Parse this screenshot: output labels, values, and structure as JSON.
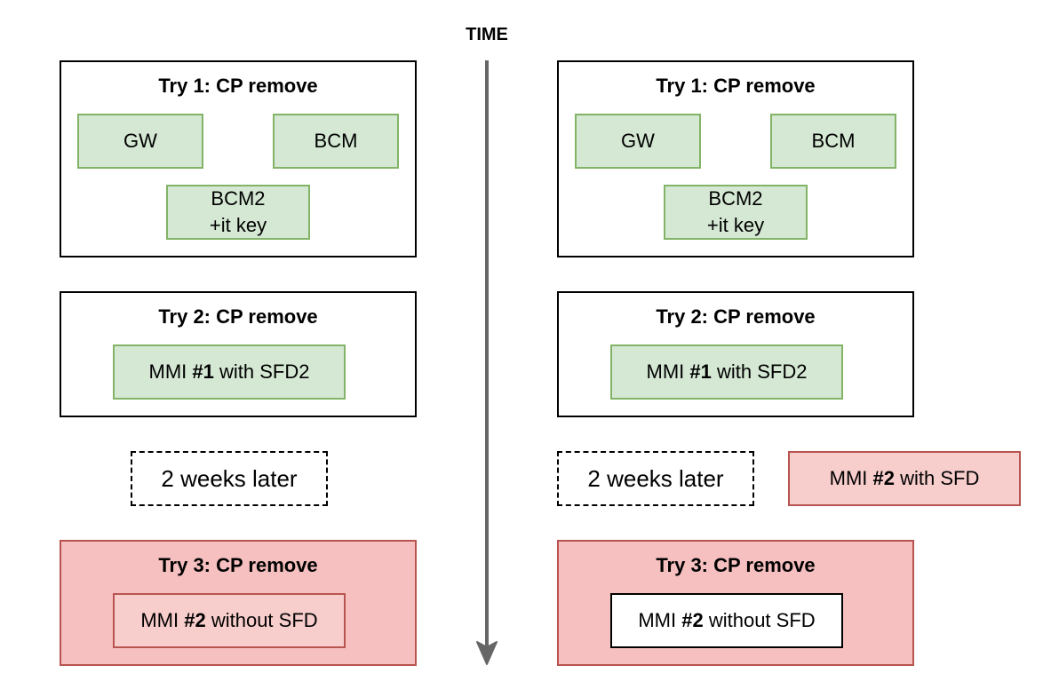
{
  "time_label": "TIME",
  "colors": {
    "green_fill": "#d5e8d4",
    "green_stroke": "#82b366",
    "red_fill": "#f8cecc",
    "red_stroke": "#b85450",
    "arrow": "#666666"
  },
  "left": {
    "try1_title": "Try 1: CP remove",
    "gw": "GW",
    "bcm": "BCM",
    "bcm2_line1": "BCM2",
    "bcm2_line2": "+it key",
    "try2_title": "Try 2: CP remove",
    "mmi1_prefix": "MMI ",
    "mmi1_bold": "#1",
    "mmi1_suffix": " with SFD2",
    "weeks": "2 weeks later",
    "try3_title": "Try 3: CP remove",
    "mmi2_prefix": "MMI ",
    "mmi2_bold": "#2",
    "mmi2_suffix": " without SFD"
  },
  "right": {
    "try1_title": "Try 1: CP remove",
    "gw": "GW",
    "bcm": "BCM",
    "bcm2_line1": "BCM2",
    "bcm2_line2": "+it key",
    "try2_title": "Try 2: CP remove",
    "mmi1_prefix": "MMI ",
    "mmi1_bold": "#1",
    "mmi1_suffix": " with SFD2",
    "weeks": "2 weeks later",
    "side_prefix": "MMI ",
    "side_bold": "#2",
    "side_suffix": " with SFD",
    "try3_title": "Try 3: CP remove",
    "mmi2_prefix": "MMI ",
    "mmi2_bold": "#2",
    "mmi2_suffix": " without SFD"
  }
}
